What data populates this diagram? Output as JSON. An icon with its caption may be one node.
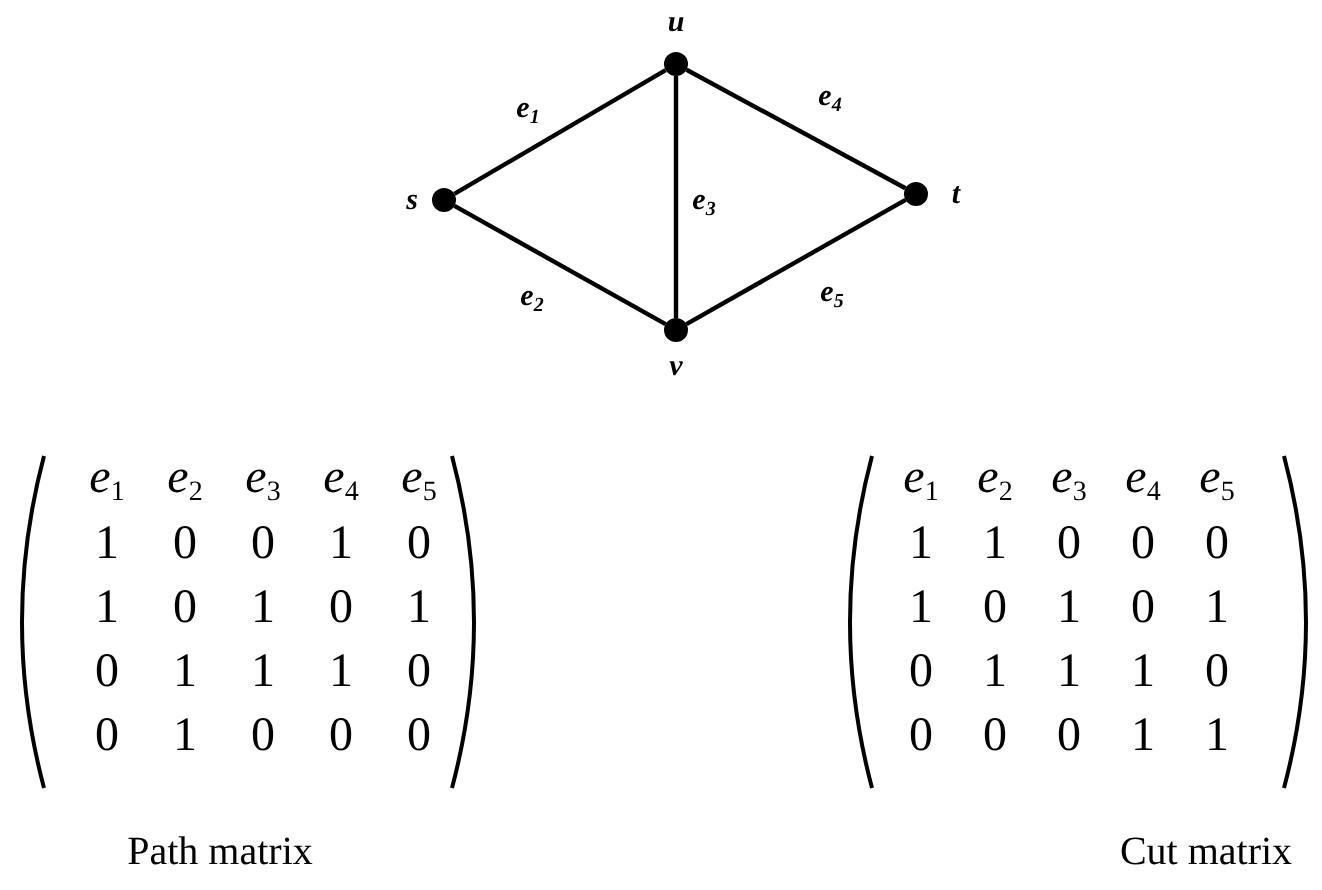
{
  "diagram": {
    "nodes": [
      {
        "text": [],
        "shape": "circle",
        "beside": [
          "u"
        ]
      },
      {
        "text": [],
        "shape": "circle",
        "beside": [
          "s"
        ]
      },
      {
        "text": [],
        "shape": "circle",
        "beside": [
          "t"
        ]
      },
      {
        "text": [],
        "shape": "circle",
        "beside": [
          "v"
        ]
      }
    ],
    "edges": [
      {
        "from": 1,
        "to": 0,
        "arrow": "none",
        "label": "e$_{1}$"
      },
      {
        "from": 1,
        "to": 3,
        "arrow": "none",
        "label": "e$_{2}$"
      },
      {
        "from": 0,
        "to": 3,
        "arrow": "none",
        "label": "e$_{3}$"
      },
      {
        "from": 0,
        "to": 2,
        "arrow": "none",
        "label": "e$_{4}$"
      },
      {
        "from": 3,
        "to": 2,
        "arrow": "none",
        "label": "e$_{5}$"
      }
    ],
    "labels": [
      "e$_{1}$",
      "e$_{2}$",
      "e$_{3}$",
      "e$_{4}$",
      "e$_{5}$",
      "1",
      "0",
      "0",
      "1",
      "0",
      "1",
      "0",
      "1",
      "0",
      "1",
      "0",
      "1",
      "1",
      "1",
      "0",
      "0",
      "1",
      "0",
      "0",
      "0",
      "Path matrix",
      "e$_{1}$",
      "e$_{2}$",
      "e$_{3}$",
      "e$_{4}$",
      "e$_{5}$",
      "1",
      "1",
      "0",
      "0",
      "0",
      "1",
      "0",
      "1",
      "0",
      "1",
      "0",
      "1",
      "1",
      "1",
      "0",
      "0",
      "0",
      "0",
      "1",
      "1",
      "Cut matrix"
    ]
  }
}
